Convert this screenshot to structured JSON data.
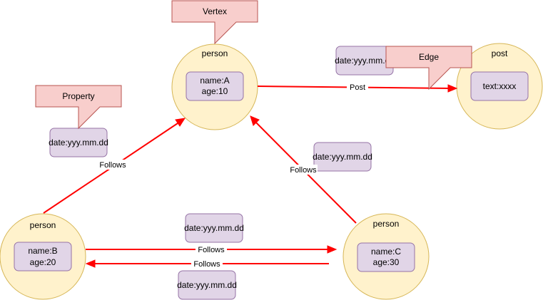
{
  "callouts": {
    "vertex": "Vertex",
    "edge": "Edge",
    "property": "Property"
  },
  "vertices": {
    "a": {
      "type": "person",
      "line1": "name:A",
      "line2": "age:10"
    },
    "b": {
      "type": "person",
      "line1": "name:B",
      "line2": "age:20"
    },
    "c": {
      "type": "person",
      "line1": "name:C",
      "line2": "age:30"
    },
    "post": {
      "type": "post",
      "line1": "text:xxxx"
    }
  },
  "edges": {
    "a_post": "Post",
    "b_a": "Follows",
    "c_a": "Follows",
    "b_c": "Follows",
    "c_b": "Follows"
  },
  "edge_properties": {
    "a_post": "date:yyy.mm.dd",
    "b_a": "date:yyy.mm.dd",
    "c_a": "date:yyy.mm.dd",
    "b_c": "date:yyy.mm.dd",
    "c_b": "date:yyy.mm.dd"
  },
  "colors": {
    "vertex_fill": "#fff2cc",
    "vertex_stroke": "#d6b656",
    "property_fill": "#e1d5e7",
    "property_stroke": "#9673a6",
    "callout_fill": "#f8cecc",
    "callout_stroke": "#b85450",
    "edge": "#ff0000"
  }
}
